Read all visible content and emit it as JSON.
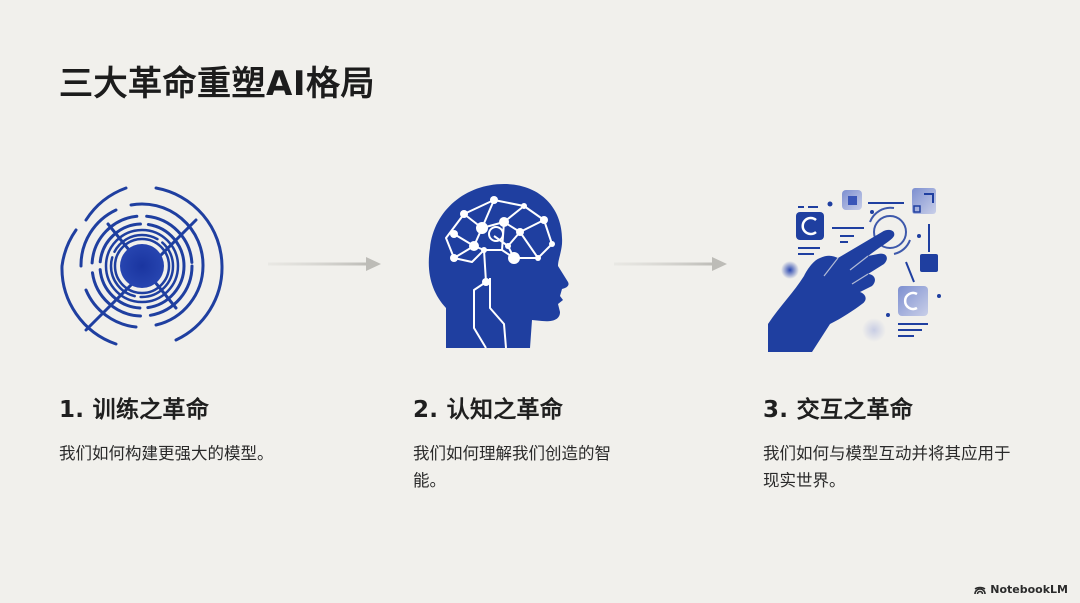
{
  "slide": {
    "title": "三大革命重塑AI格局",
    "accent_color": "#1f3fa0",
    "background_color": "#f1f0ec"
  },
  "steps": [
    {
      "heading": "1. 训练之革命",
      "description": "我们如何构建更强大的模型。",
      "icon": "concentric-rings-icon"
    },
    {
      "heading": "2. 认知之革命",
      "description": "我们如何理解我们创造的智能。",
      "icon": "brain-network-head-icon"
    },
    {
      "heading": "3. 交互之革命",
      "description": "我们如何与模型互动并将其应用于现实世界。",
      "icon": "hand-touch-interface-icon"
    }
  ],
  "connectors": [
    "arrow-right-icon",
    "arrow-right-icon"
  ],
  "footer": {
    "brand": "NotebookLM"
  }
}
